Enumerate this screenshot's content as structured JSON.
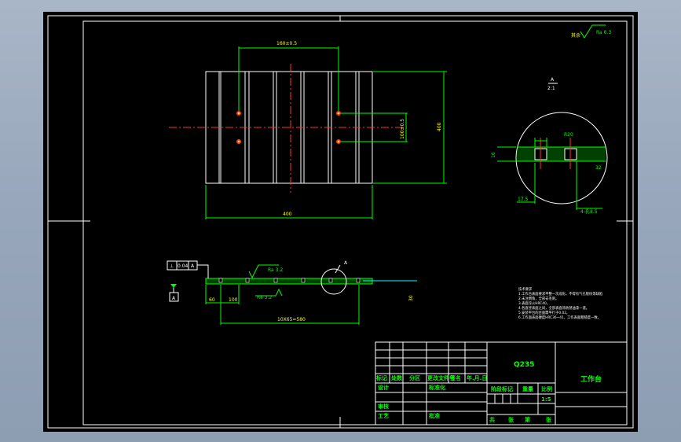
{
  "drawing": {
    "roughness_symbol": "其余",
    "roughness_value": "Ra 6.3",
    "dims": {
      "top_spacing": "160±0.5",
      "right_height": "400",
      "inner_height": "100±0.5",
      "bottom_width": "400",
      "left_offset": "60",
      "bolt_spacing": "100",
      "slot_pitch": "10X65=580",
      "thickness": "30"
    },
    "surface_a": "Ra 3.2",
    "surface_b": "Ra 3.2",
    "tolerance_frame": [
      "⊥",
      "0.04",
      "A"
    ],
    "datum": "A",
    "detail": {
      "label": "A",
      "scale": "2:1",
      "slot_width": "R20",
      "h1": "16",
      "h2": "32",
      "bottom_left": "17.5",
      "bottom_right": "4-孔8.5"
    },
    "notes": [
      "技术要求",
      "1.工作台表面要求平整一次成形，不得有气孔裂纹等缺陷",
      "2.未注倒角，全部去毛刺。",
      "3.表面淬火HRC40。",
      "4.各直径表面之间，全部表面涂防锈油漆一道。",
      "5.安装平台的台面需平行于0.02。",
      "6.工作面表面硬度HRC36~41，工作表面粗糙度一致。"
    ]
  },
  "title_block": {
    "material": "Q235",
    "part_name": "工作台",
    "headers": [
      "标记",
      "处数",
      "分区",
      "更改文件号",
      "签名",
      "年.月.日"
    ],
    "row_design": "设计",
    "row_standard": "标准化",
    "row_review": "审核",
    "row_process": "工艺",
    "row_approve": "批准",
    "stage_mark": "阶段标记",
    "weight": "重量",
    "scale_label": "比例",
    "scale_value": "1:5",
    "sheet_total": "共",
    "sheet_unit": "张",
    "sheet_num": "第",
    "sheet_unit2": "张"
  }
}
